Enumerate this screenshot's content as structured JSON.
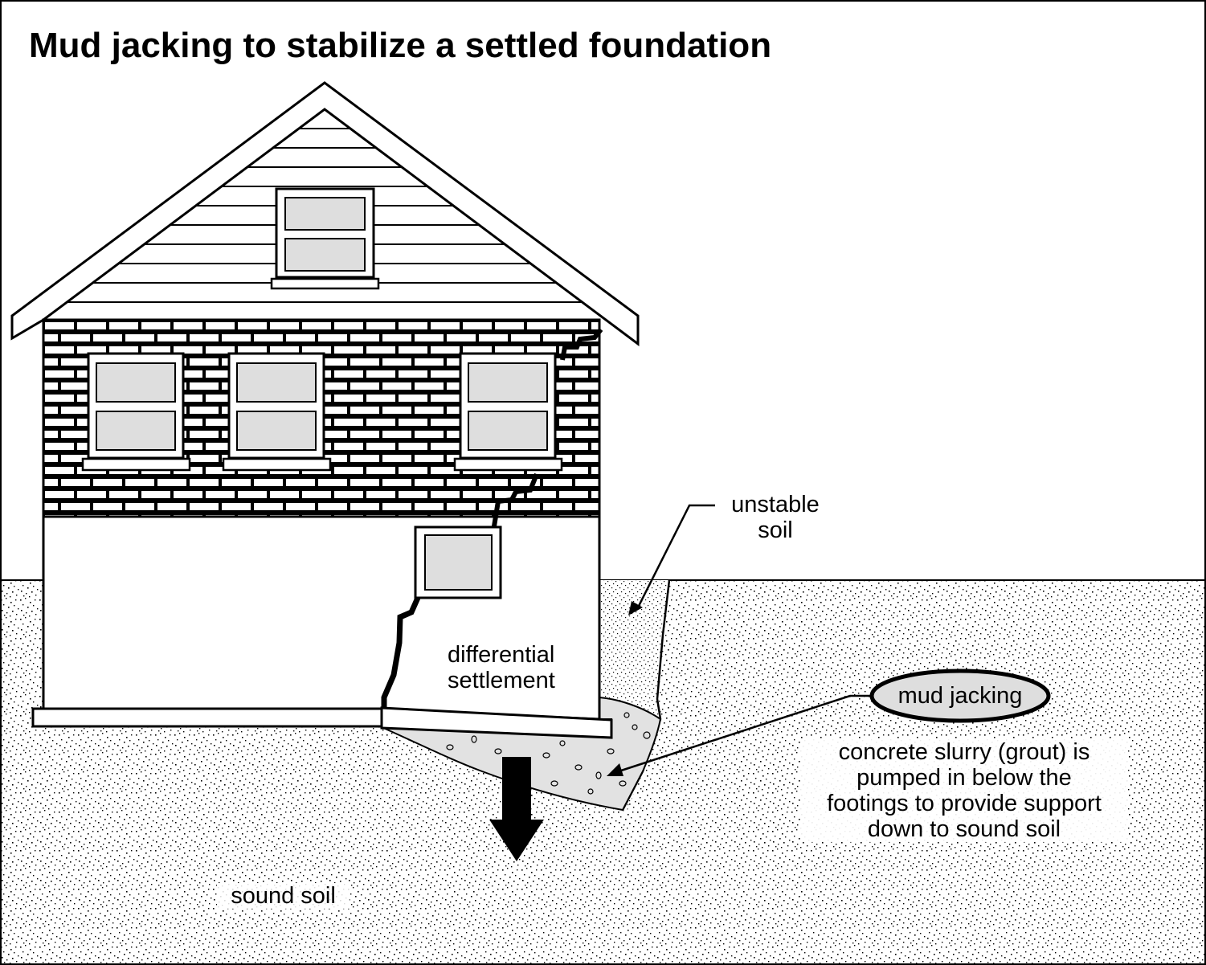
{
  "title": "Mud jacking to stabilize a settled foundation",
  "labels": {
    "unstable_soil": [
      "unstable",
      "soil"
    ],
    "differential_settlement": [
      "differential",
      "settlement"
    ],
    "mud_jacking": "mud jacking",
    "grout_note": [
      "concrete  slurry (grout) is",
      "pumped in below the",
      "footings to provide support",
      "down to sound soil"
    ],
    "sound_soil": "sound soil"
  },
  "colors": {
    "ink": "#000000",
    "window_glass": "#dedede",
    "grout_fill": "#e2e2e2",
    "ground_dots": "#000000",
    "background": "#ffffff"
  },
  "icons": {
    "settlement_arrow": "arrow-down-icon",
    "cracks": "crack-icon"
  }
}
